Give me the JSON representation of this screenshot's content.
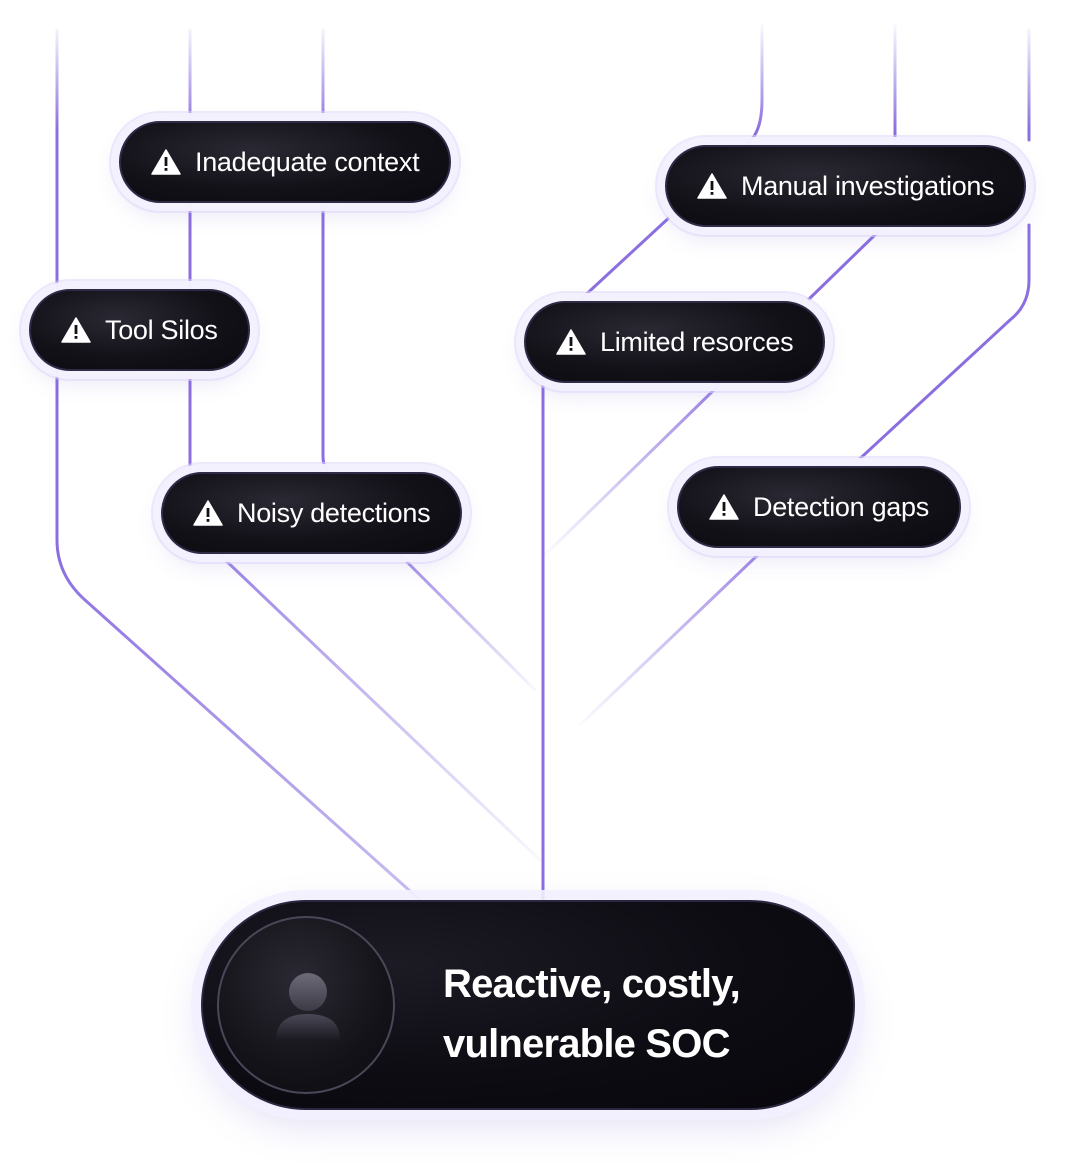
{
  "diagram": {
    "problems": [
      {
        "label": "Inadequate context"
      },
      {
        "label": "Manual investigations"
      },
      {
        "label": "Tool Silos"
      },
      {
        "label": "Limited resorces"
      },
      {
        "label": "Noisy detections"
      },
      {
        "label": "Detection gaps"
      }
    ],
    "outcome": {
      "line1": "Reactive, costly,",
      "line2": "vulnerable SOC",
      "icon": "user-avatar-icon"
    },
    "problem_icon": "warning-icon",
    "colors": {
      "line": "#8b6fe0",
      "pill_bg": "#0f0e15",
      "pill_halo": "#f3f0ff",
      "text": "#ffffff"
    }
  }
}
